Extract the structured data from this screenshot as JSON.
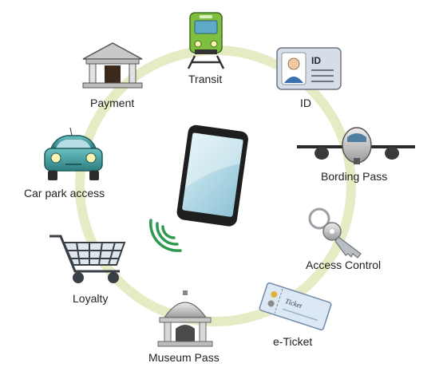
{
  "nodes": {
    "transit": {
      "label": "Transit",
      "icon": "train-icon"
    },
    "id": {
      "label": "ID",
      "icon": "id-card-icon",
      "card_text": "ID"
    },
    "boarding": {
      "label": "Bording Pass",
      "icon": "airplane-icon"
    },
    "access": {
      "label": "Access Control",
      "icon": "key-icon"
    },
    "eticket": {
      "label": "e-Ticket",
      "icon": "ticket-icon",
      "ticket_text": "Ticket"
    },
    "museum": {
      "label": "Museum Pass",
      "icon": "museum-icon"
    },
    "loyalty": {
      "label": "Loyalty",
      "icon": "shopping-cart-icon"
    },
    "carpark": {
      "label": "Car park access",
      "icon": "car-icon"
    },
    "payment": {
      "label": "Payment",
      "icon": "bank-icon"
    }
  },
  "center": {
    "icon": "smartphone-icon",
    "signal": "nfc-waves-icon"
  },
  "colors": {
    "ring": "#e6ebc4",
    "accent_blue": "#4f90b4",
    "train_green": "#7fbf3f",
    "car_teal": "#3f9a9c"
  }
}
